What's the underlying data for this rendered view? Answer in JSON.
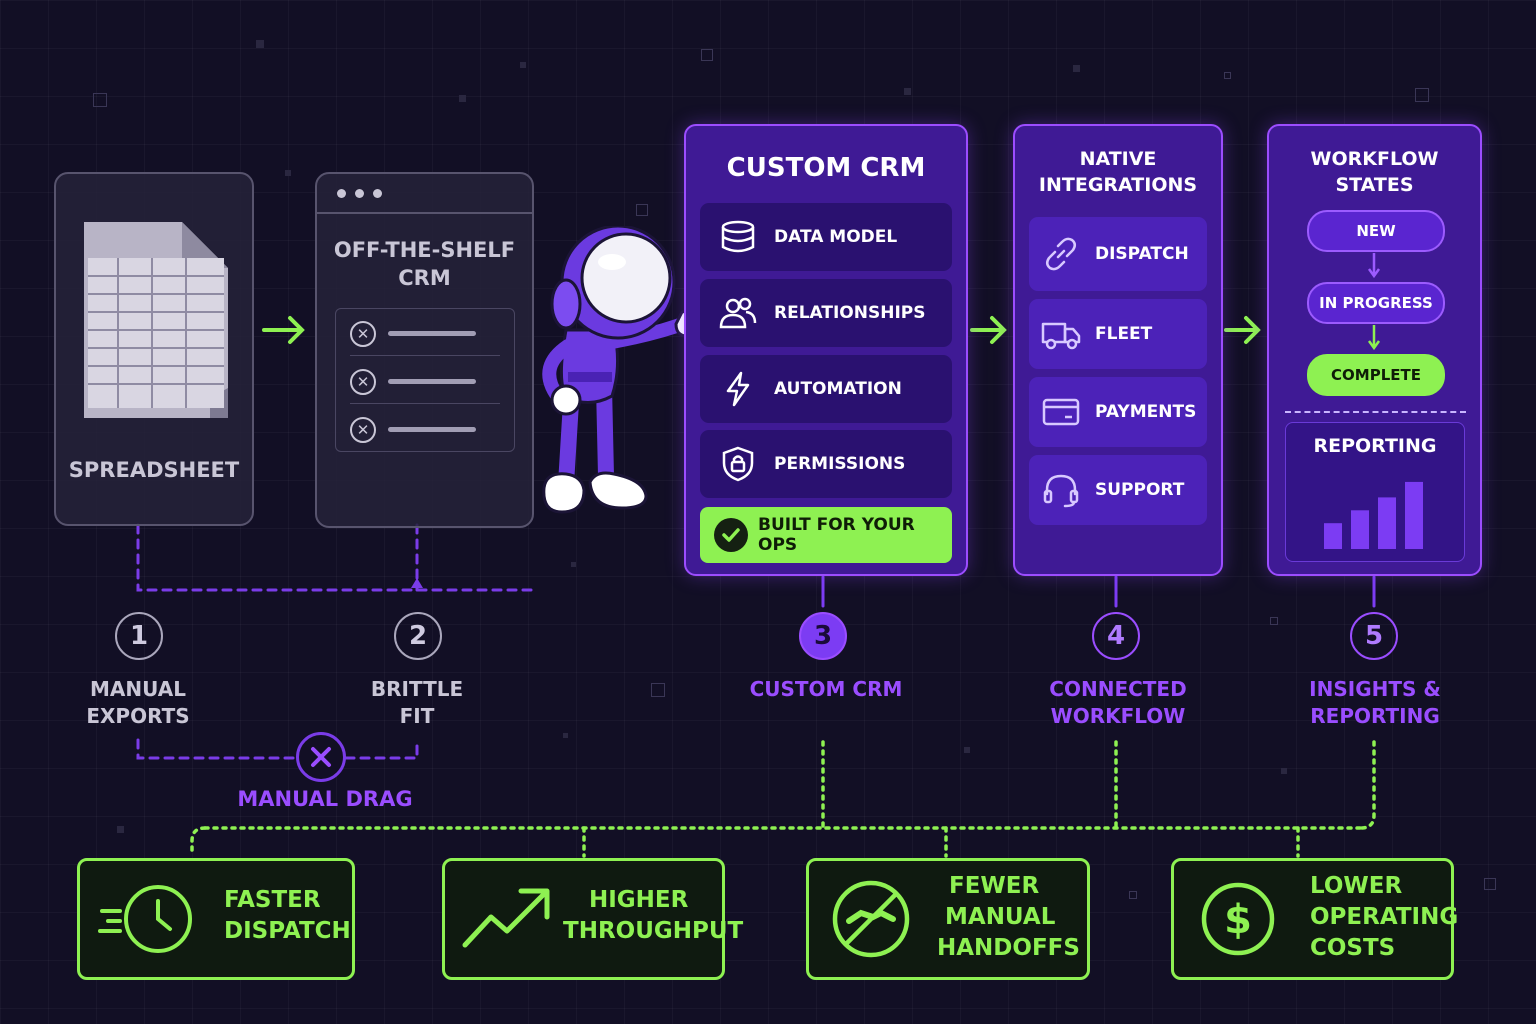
{
  "colors": {
    "background": "#120f25",
    "accent_violet": "#9c4dff",
    "panel_violet": "#3f1a95",
    "accent_green": "#8ef152",
    "muted_grey": "#c9c6d6"
  },
  "stages": {
    "spreadsheet": {
      "title": "SPREADSHEET",
      "icon": "spreadsheet-icon"
    },
    "off_the_shelf": {
      "title_line1": "OFF-THE-SHELF",
      "title_line2": "CRM",
      "icon": "window-list-icon"
    },
    "custom_crm": {
      "title": "CUSTOM CRM",
      "items": [
        {
          "label": "DATA MODEL",
          "icon": "database-icon"
        },
        {
          "label": "RELATIONSHIPS",
          "icon": "users-icon"
        },
        {
          "label": "AUTOMATION",
          "icon": "lightning-icon"
        },
        {
          "label": "PERMISSIONS",
          "icon": "shield-lock-icon"
        }
      ],
      "badge": "BUILT FOR YOUR OPS"
    },
    "integrations": {
      "title_line1": "NATIVE",
      "title_line2": "INTEGRATIONS",
      "items": [
        {
          "label": "DISPATCH",
          "icon": "link-icon"
        },
        {
          "label": "FLEET",
          "icon": "truck-icon"
        },
        {
          "label": "PAYMENTS",
          "icon": "credit-card-icon"
        },
        {
          "label": "SUPPORT",
          "icon": "headset-icon"
        }
      ]
    },
    "workflow": {
      "title_line1": "WORKFLOW",
      "title_line2": "STATES",
      "states": [
        "NEW",
        "IN PROGRESS",
        "COMPLETE"
      ],
      "reporting_title": "REPORTING",
      "reporting_bars": [
        0.3,
        0.45,
        0.6,
        0.78
      ]
    }
  },
  "steps": [
    {
      "number": "1",
      "line1": "MANUAL",
      "line2": "EXPORTS"
    },
    {
      "number": "2",
      "line1": "BRITTLE",
      "line2": "FIT"
    },
    {
      "number": "3",
      "line1": "CUSTOM CRM",
      "line2": ""
    },
    {
      "number": "4",
      "line1": "CONNECTED",
      "line2": "WORKFLOW"
    },
    {
      "number": "5",
      "line1": "INSIGHTS &",
      "line2": "REPORTING"
    }
  ],
  "manual_drag": {
    "label": "MANUAL DRAG",
    "icon": "x-circle-icon"
  },
  "outcomes": [
    {
      "line1": "FASTER",
      "line2": "DISPATCH",
      "line3": "",
      "icon": "fast-clock-icon"
    },
    {
      "line1": "HIGHER",
      "line2": "THROUGHPUT",
      "line3": "",
      "icon": "trend-up-icon"
    },
    {
      "line1": "FEWER",
      "line2": "MANUAL",
      "line3": "HANDOFFS",
      "icon": "no-handoff-icon"
    },
    {
      "line1": "LOWER",
      "line2": "OPERATING",
      "line3": "COSTS",
      "icon": "dollar-circle-icon"
    }
  ],
  "mascot": {
    "icon": "astronaut-mascot"
  }
}
